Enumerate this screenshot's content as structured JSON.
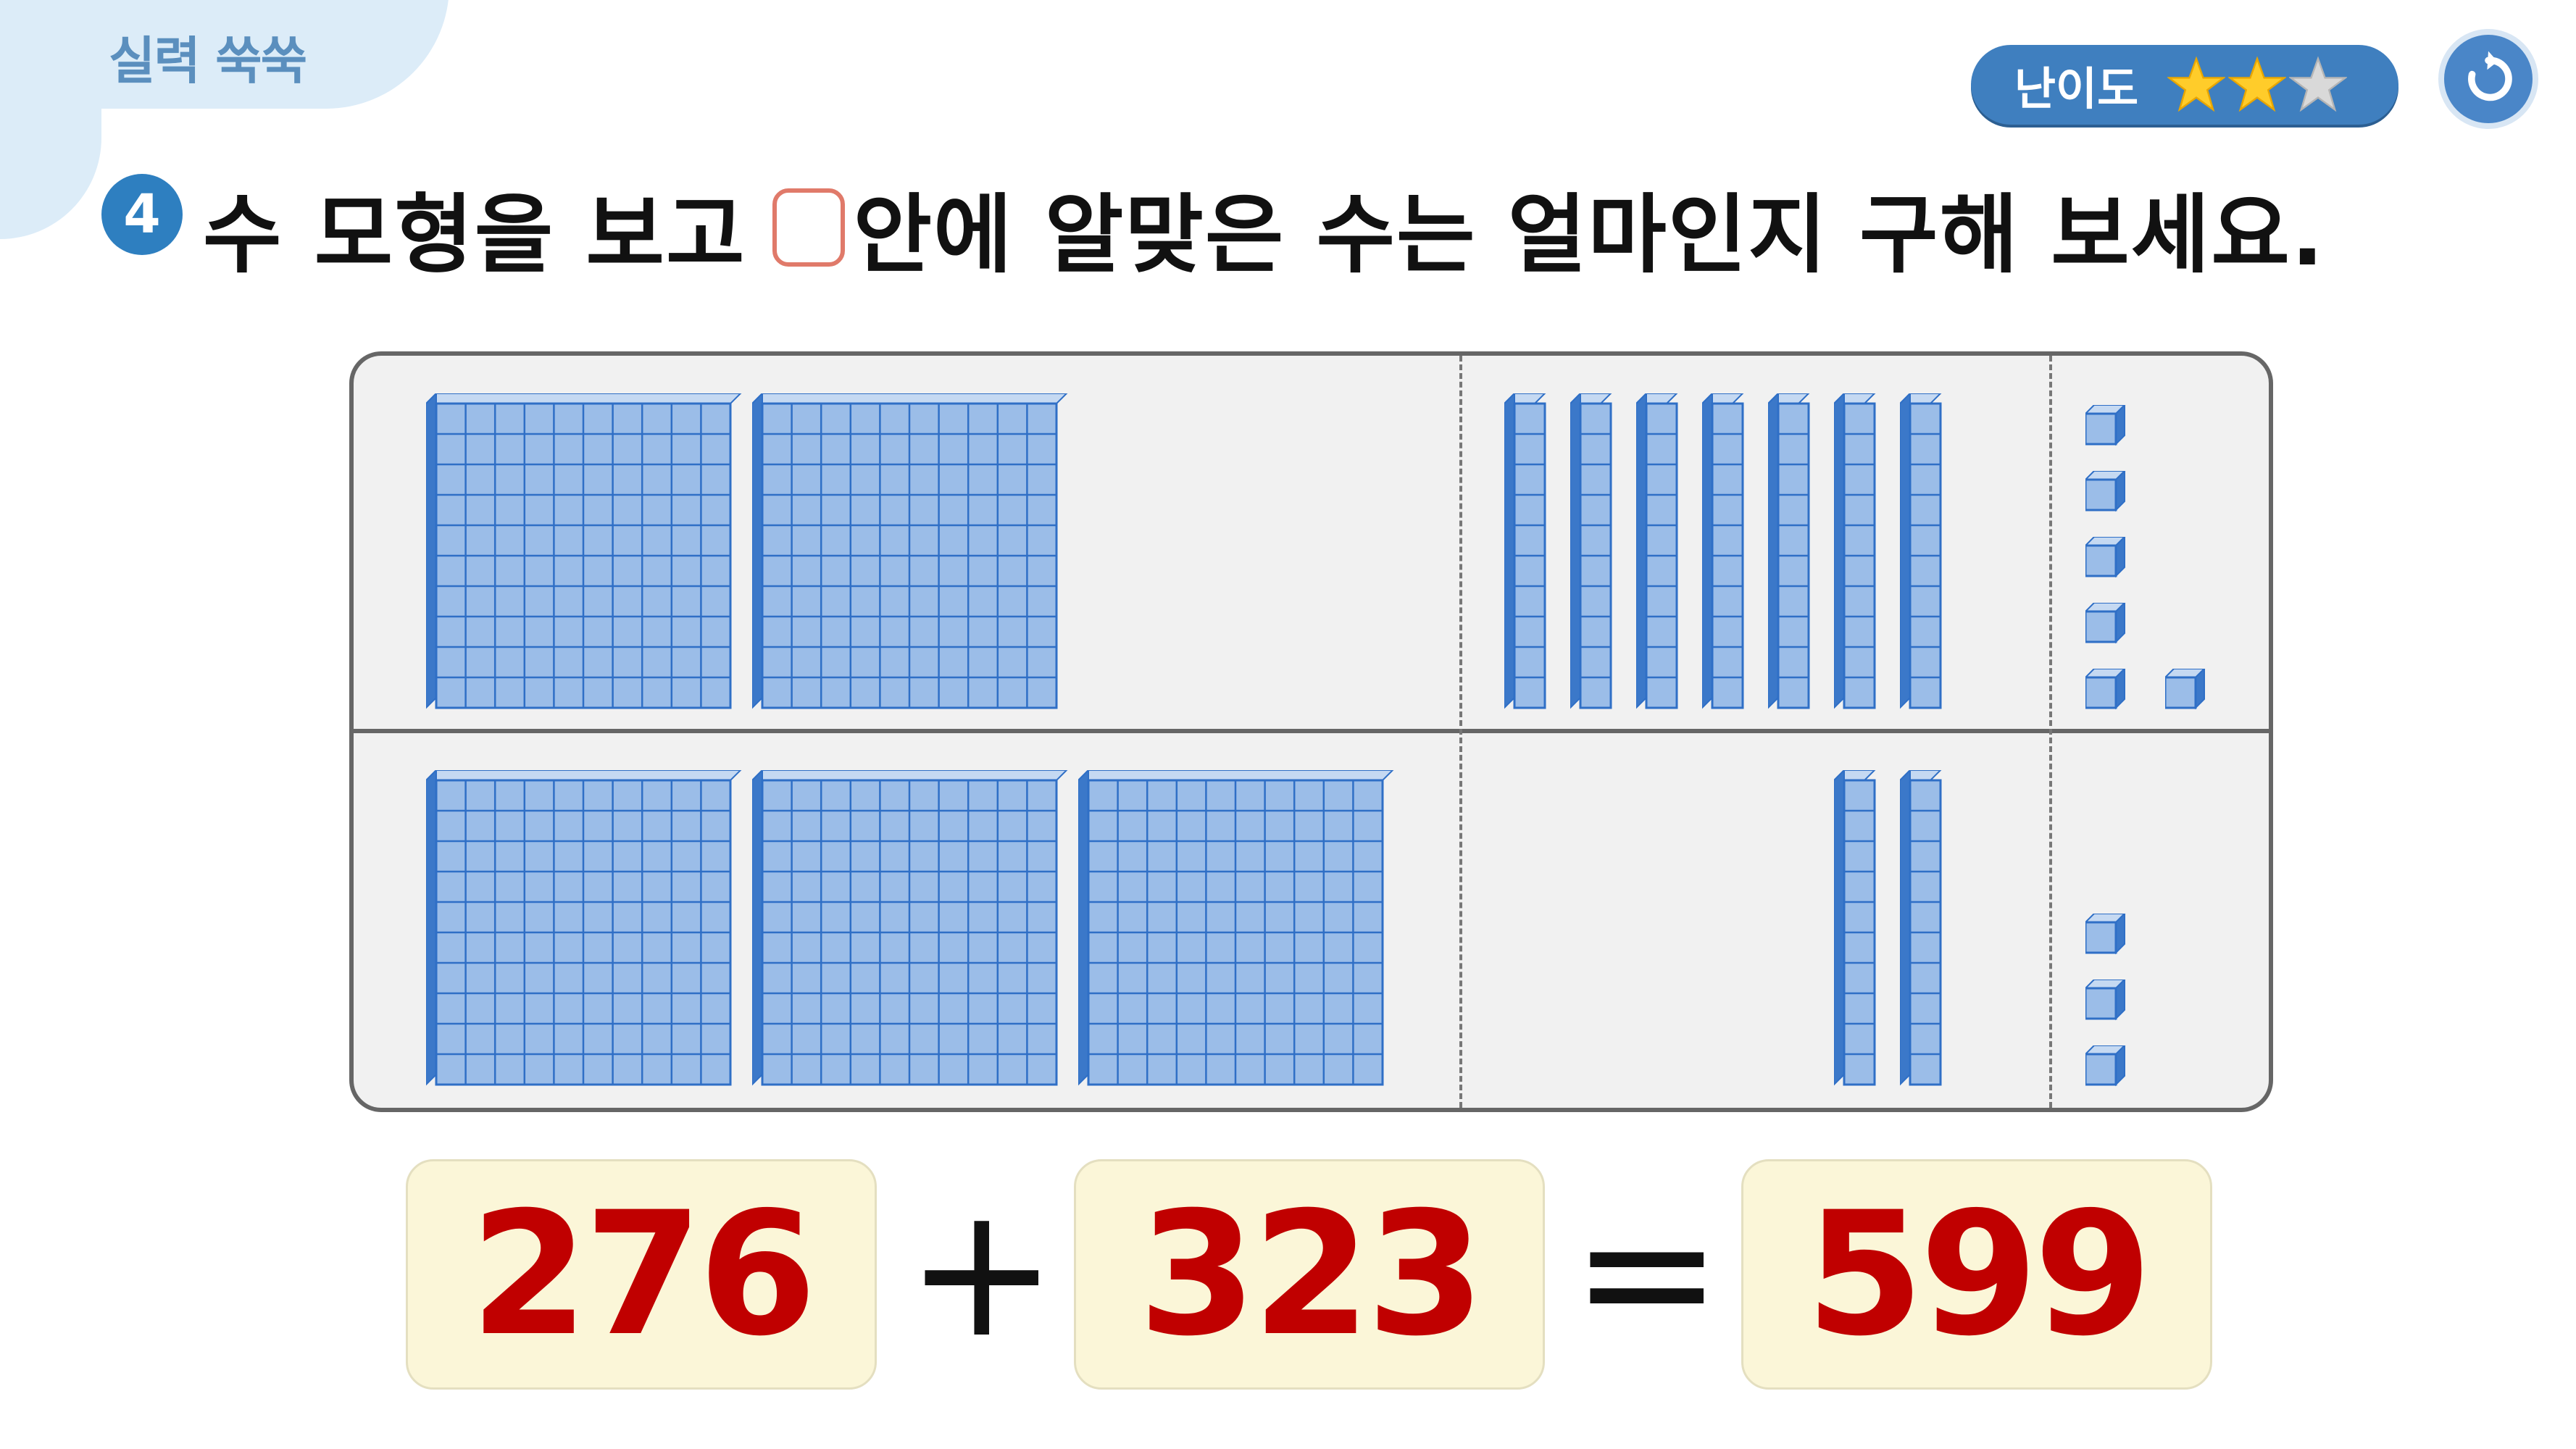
{
  "header": {
    "section_label": "실력 쑥쑥"
  },
  "difficulty": {
    "label": "난이도",
    "stars_filled": 2,
    "stars_total": 3
  },
  "question": {
    "number": "4",
    "text_before": "수 모형을 보고",
    "text_after": "안에 알맞은 수는 얼마인지 구해 보세요."
  },
  "model": {
    "top": {
      "hundreds": 2,
      "tens": 7,
      "ones": 6
    },
    "bottom": {
      "hundreds": 3,
      "tens": 2,
      "ones": 3
    }
  },
  "equation": {
    "operand1": "276",
    "operator": "+",
    "operand2": "323",
    "equals": "=",
    "result": "599"
  },
  "colors": {
    "block_fill": "#9bbde8",
    "block_stroke": "#2f6fc6",
    "answer_text": "#c00000",
    "box_fill": "#fbf6d8"
  }
}
